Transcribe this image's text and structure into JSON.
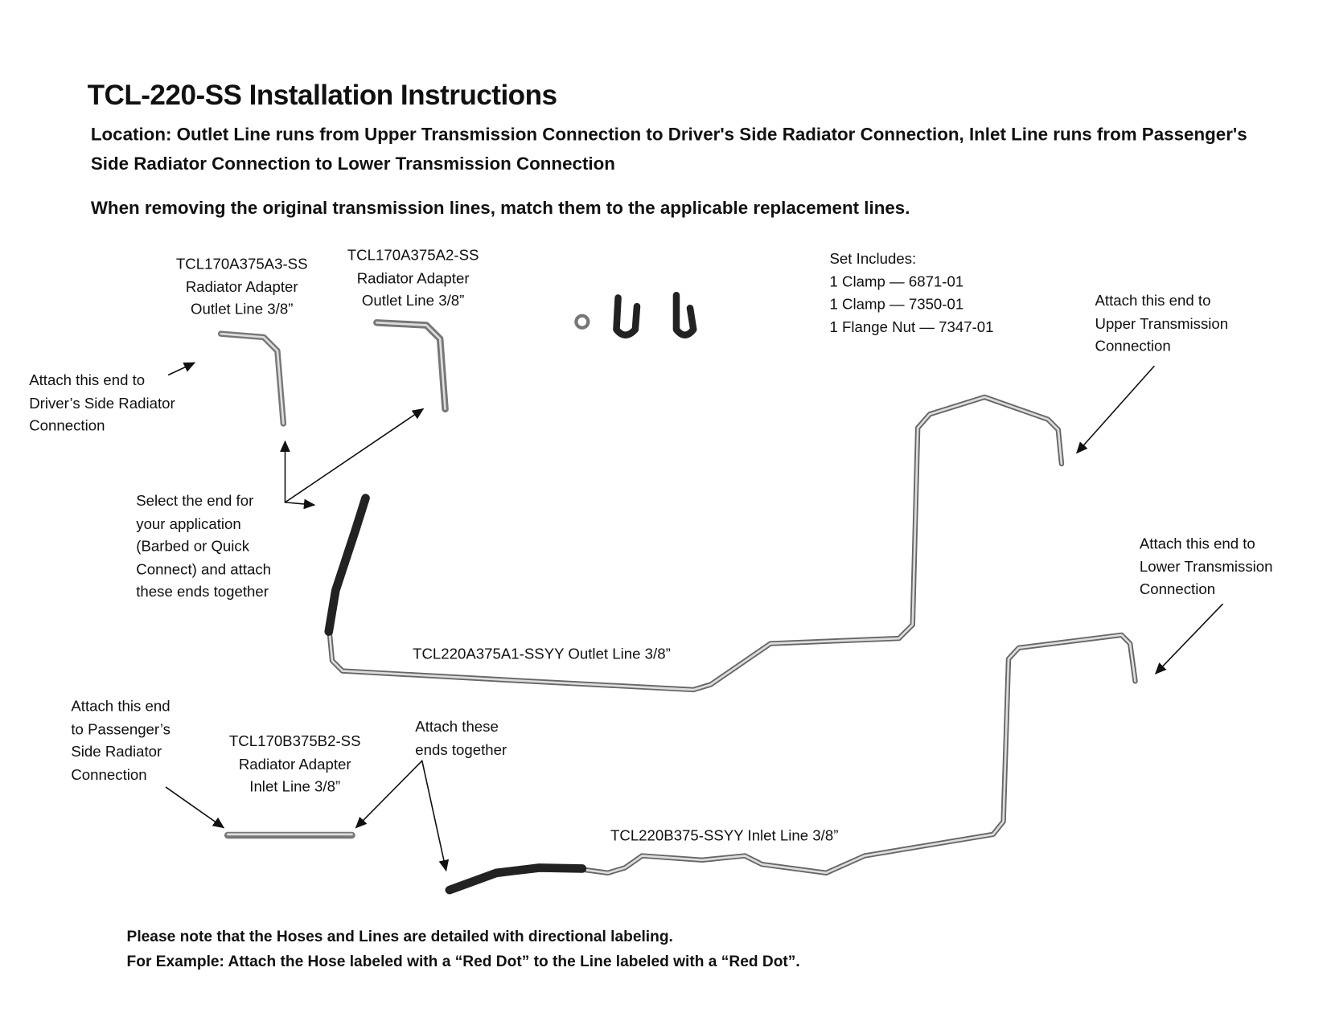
{
  "title": "TCL-220-SS Installation Instructions",
  "location": "Location: Outlet Line runs from Upper Transmission Connection to Driver's Side Radiator Connection, Inlet Line runs from Passenger's Side Radiator Connection to Lower Transmission Connection",
  "warning": "When removing the original transmission lines, match them to the applicable replacement lines.",
  "parts": {
    "a3": [
      "TCL170A375A3-SS",
      "Radiator Adapter",
      "Outlet Line 3/8”"
    ],
    "a2": [
      "TCL170A375A2-SS",
      "Radiator Adapter",
      "Outlet Line 3/8”"
    ],
    "b2": [
      "TCL170B375B2-SS",
      "Radiator Adapter",
      "Inlet Line 3/8”"
    ],
    "outlet": "TCL220A375A1-SSYY Outlet Line 3/8”",
    "inlet": "TCL220B375-SSYY Inlet Line 3/8”"
  },
  "set": [
    "Set Includes:",
    "1 Clamp — 6871-01",
    "1 Clamp — 7350-01",
    "1 Flange Nut — 7347-01"
  ],
  "callouts": {
    "driver": [
      "Attach this end to",
      "Driver’s Side Radiator",
      "Connection"
    ],
    "select": [
      "Select the end for",
      "your application",
      "(Barbed or Quick",
      "Connect) and attach",
      "these ends together"
    ],
    "upper": [
      "Attach this end to",
      "Upper Transmission",
      "Connection"
    ],
    "lower": [
      "Attach this end to",
      "Lower Transmission",
      "Connection"
    ],
    "passenger": [
      "Attach this end",
      "to Passenger’s",
      "Side Radiator",
      "Connection"
    ],
    "together": [
      "Attach these",
      "ends together"
    ]
  },
  "notes": [
    "Please note that the Hoses and Lines are detailed with directional labeling.",
    "For Example: Attach the Hose labeled with a “Red Dot” to the Line labeled with a “Red Dot”."
  ]
}
